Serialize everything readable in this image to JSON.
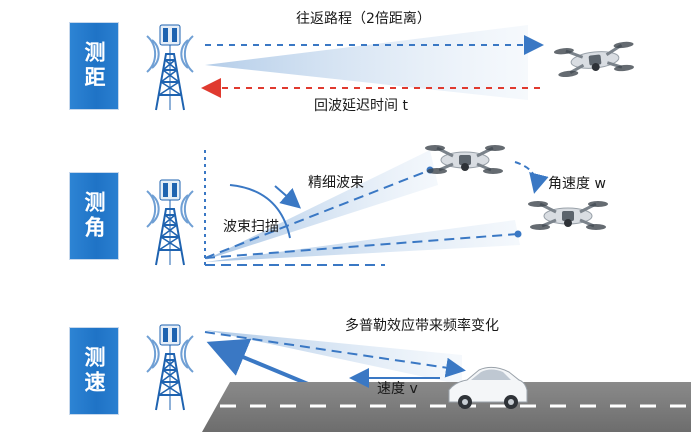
{
  "sections": [
    {
      "label": "测距",
      "texts": [
        "往返路程（2倍距离）",
        "回波延迟时间 t"
      ]
    },
    {
      "label": "测角",
      "texts": [
        "精细波束",
        "波束扫描",
        "角速度 w"
      ]
    },
    {
      "label": "测速",
      "texts": [
        "多普勒效应带来频率变化",
        "速度 v"
      ]
    }
  ],
  "colors": {
    "label_blue": "#1f73c6",
    "beam_blue": "#6f9fd4",
    "arrow_red": "#e03a2f",
    "road_gray": "#7b7b7b"
  },
  "icons": [
    "cell-tower-icon",
    "drone-icon",
    "car-icon"
  ]
}
